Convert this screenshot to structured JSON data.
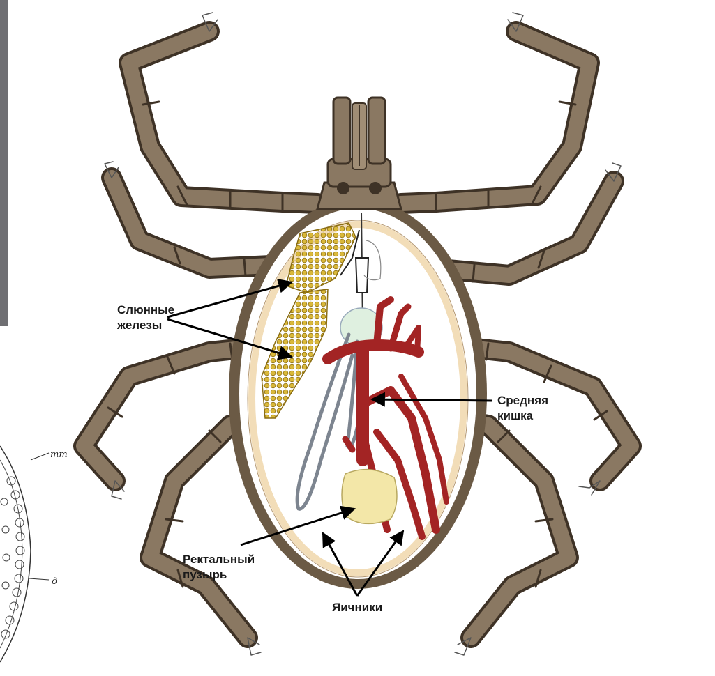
{
  "labels": {
    "salivary_glands": [
      "Слюнные",
      "железы"
    ],
    "midgut": [
      "Средняя",
      "кишка"
    ],
    "rectal_bladder": [
      "Ректальный",
      "пузырь"
    ],
    "ovaries": [
      "Яичники"
    ]
  },
  "side_figure": {
    "label_top": "mm",
    "label_bottom": "д"
  },
  "colors": {
    "background": "#6f6f73",
    "canvas": "#ffffff",
    "leg": "#7a6a55",
    "leg_dark": "#3e3226",
    "body_rim": "#6b5a45",
    "inner_rim": "#f2ddb8",
    "glands": "#d9b83a",
    "midgut": "#a32424",
    "rectal_bladder": "#f3e7a8",
    "tubule": "#7d8590",
    "arrow": "#000000"
  },
  "icons": [
    "tick-anatomy-illustration",
    "cell-section-fragment"
  ]
}
